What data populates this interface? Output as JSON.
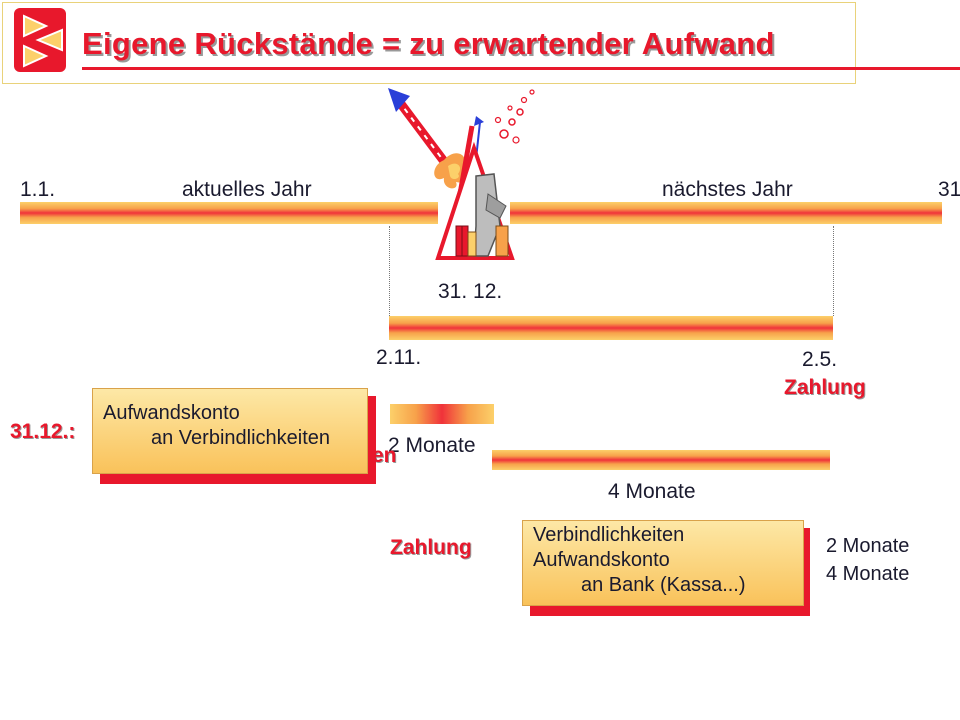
{
  "title": "Eigene Rückstände = zu erwartender Aufwand",
  "timeline": {
    "start_label": "1.1.",
    "current_year_label": "aktuelles Jahr",
    "next_year_label": "nächstes Jahr",
    "end_label": "31",
    "year_end_label": "31. 12."
  },
  "period": {
    "start_label": "2.11.",
    "end_label": "2.5.",
    "payment_label": "Zahlung"
  },
  "split": {
    "before_label": "2 Monate",
    "after_label": "4 Monate"
  },
  "booking_year_end": {
    "date_label": "31.12.:",
    "debit": "Aufwandskonto",
    "credit": "an Verbindlichkeiten",
    "hidden_tail": "en"
  },
  "booking_payment": {
    "label": "Zahlung",
    "line1": "Verbindlichkeiten",
    "line2": "Aufwandskonto",
    "line3": "an Bank (Kassa...)",
    "amount1": "2 Monate",
    "amount2": "4 Monate"
  },
  "colors": {
    "accent_red": "#e8182c",
    "bar_yellow": "#fcd06a",
    "bar_red": "#f0323a",
    "box_fill": "#f9c25a"
  },
  "icons": [
    "logo-icon",
    "rocket-fireworks-icon"
  ]
}
